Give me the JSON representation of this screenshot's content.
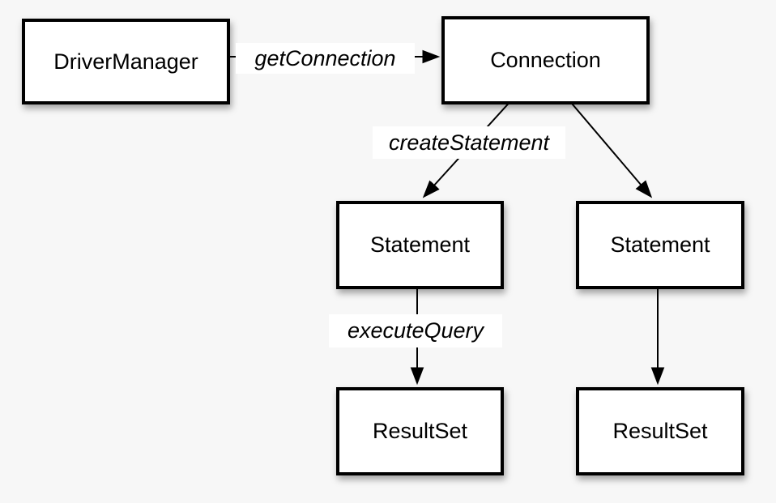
{
  "colors": {
    "background": "#f7f7f7",
    "node_fill": "#ffffff",
    "node_border": "#000000",
    "arrow": "#000000",
    "text": "#000000"
  },
  "diagram": {
    "nodes": [
      {
        "id": "driver-manager",
        "label": "DriverManager"
      },
      {
        "id": "connection",
        "label": "Connection"
      },
      {
        "id": "statement-left",
        "label": "Statement"
      },
      {
        "id": "statement-right",
        "label": "Statement"
      },
      {
        "id": "resultset-left",
        "label": "ResultSet"
      },
      {
        "id": "resultset-right",
        "label": "ResultSet"
      }
    ],
    "edges": [
      {
        "from": "driver-manager",
        "to": "connection",
        "label": "getConnection"
      },
      {
        "from": "connection",
        "to": "statement-left",
        "label": "createStatement"
      },
      {
        "from": "connection",
        "to": "statement-right",
        "label": ""
      },
      {
        "from": "statement-left",
        "to": "resultset-left",
        "label": "executeQuery"
      },
      {
        "from": "statement-right",
        "to": "resultset-right",
        "label": ""
      }
    ]
  }
}
